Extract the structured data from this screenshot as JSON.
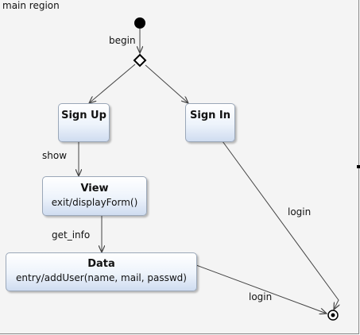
{
  "region": {
    "label": "main region"
  },
  "states": {
    "sign_up": {
      "name": "Sign Up"
    },
    "sign_in": {
      "name": "Sign In"
    },
    "view": {
      "name": "View",
      "action": "exit/displayForm()"
    },
    "data": {
      "name": "Data",
      "action": "entry/addUser(name,  mail, passwd)"
    }
  },
  "transitions": {
    "begin": "begin",
    "show": "show",
    "get_info": "get_info",
    "login_from_sign_in": "login",
    "login_from_data": "login"
  },
  "colors": {
    "arrow": "#444444",
    "state_border": "#9aa7b8",
    "state_fill_bottom": "#cfdcf0"
  }
}
